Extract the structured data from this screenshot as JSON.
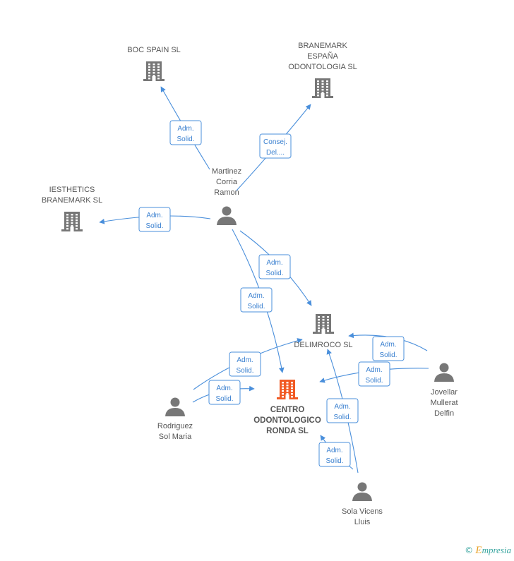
{
  "nodes": [
    {
      "id": "boc",
      "type": "company",
      "label": [
        "BOC SPAIN SL"
      ],
      "color": "#777777"
    },
    {
      "id": "branemark_es",
      "type": "company",
      "label": [
        "BRANEMARK",
        "ESPAÑA",
        "ODONTOLOGIA SL"
      ],
      "color": "#777777"
    },
    {
      "id": "iesthetics",
      "type": "company",
      "label": [
        "IESTHETICS",
        "BRANEMARK SL"
      ],
      "color": "#777777"
    },
    {
      "id": "martinez",
      "type": "person",
      "label": [
        "Martinez",
        "Corria",
        "Ramon"
      ],
      "color": "#777777"
    },
    {
      "id": "delimroco",
      "type": "company",
      "label": [
        "DELIMROCO SL"
      ],
      "color": "#777777"
    },
    {
      "id": "centro",
      "type": "company",
      "label": [
        "CENTRO",
        "ODONTOLOGICO",
        "RONDA SL"
      ],
      "color": "#f15a24",
      "focus": true
    },
    {
      "id": "rodriguez",
      "type": "person",
      "label": [
        "Rodriguez",
        "Sol Maria"
      ],
      "color": "#777777"
    },
    {
      "id": "jovellar",
      "type": "person",
      "label": [
        "Jovellar",
        "Mullerat",
        "Delfin"
      ],
      "color": "#777777"
    },
    {
      "id": "sola",
      "type": "person",
      "label": [
        "Sola Vicens",
        "Lluis"
      ],
      "color": "#777777"
    }
  ],
  "edges": [
    {
      "id": "e1",
      "from": "martinez",
      "to": "boc",
      "label": [
        "Adm.",
        "Solid."
      ]
    },
    {
      "id": "e2",
      "from": "martinez",
      "to": "branemark_es",
      "label": [
        "Consej.",
        "Del...."
      ]
    },
    {
      "id": "e3",
      "from": "martinez",
      "to": "iesthetics",
      "label": [
        "Adm.",
        "Solid."
      ]
    },
    {
      "id": "e4",
      "from": "martinez",
      "to": "delimroco",
      "label": [
        "Adm.",
        "Solid."
      ]
    },
    {
      "id": "e5",
      "from": "martinez",
      "to": "centro",
      "label": [
        "Adm.",
        "Solid."
      ]
    },
    {
      "id": "e6",
      "from": "rodriguez",
      "to": "delimroco",
      "label": [
        "Adm.",
        "Solid."
      ]
    },
    {
      "id": "e7",
      "from": "rodriguez",
      "to": "centro",
      "label": [
        "Adm.",
        "Solid."
      ]
    },
    {
      "id": "e8",
      "from": "jovellar",
      "to": "delimroco",
      "label": [
        "Adm.",
        "Solid."
      ]
    },
    {
      "id": "e9",
      "from": "jovellar",
      "to": "centro",
      "label": [
        "Adm.",
        "Solid."
      ]
    },
    {
      "id": "e10",
      "from": "sola",
      "to": "delimroco",
      "label": [
        "Adm.",
        "Solid."
      ]
    },
    {
      "id": "e11",
      "from": "sola",
      "to": "centro",
      "label": [
        "Adm.",
        "Solid."
      ]
    }
  ],
  "footer": {
    "copyright": "©",
    "brand_initial": "E",
    "brand_rest": "mpresia"
  }
}
